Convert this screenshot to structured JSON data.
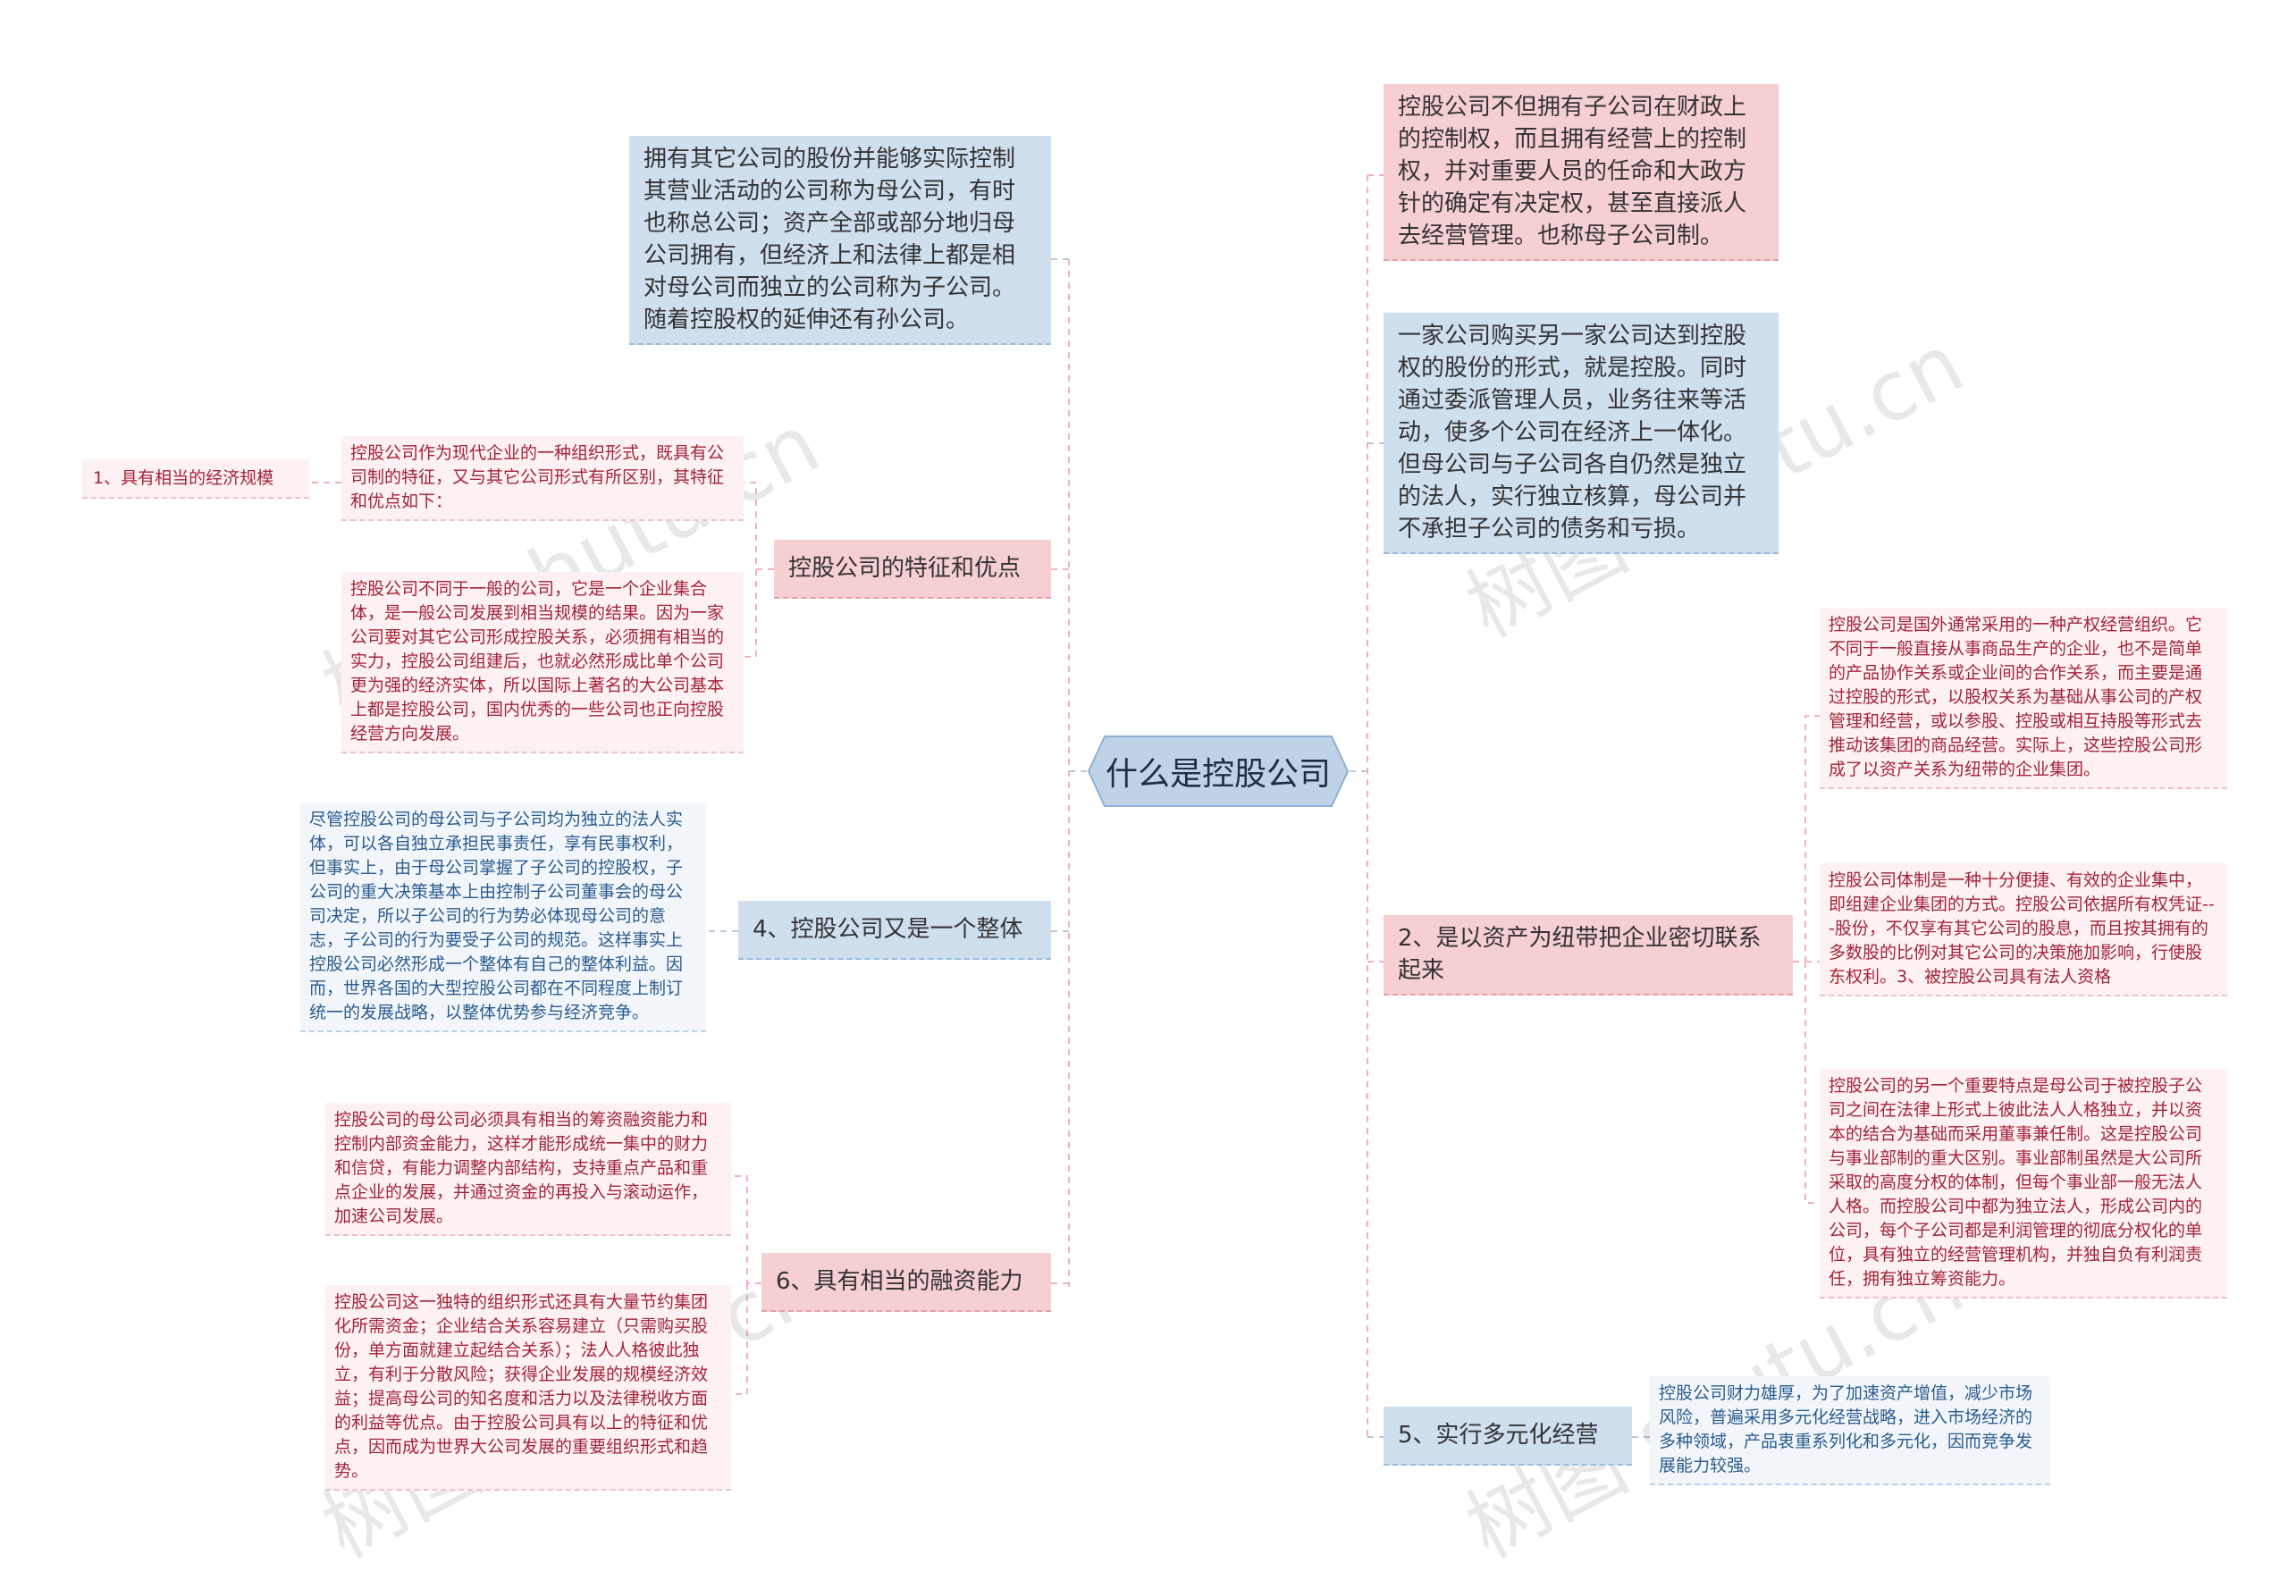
{
  "center": {
    "title": "什么是控股公司"
  },
  "left": {
    "definition": {
      "text": "拥有其它公司的股份并能够实际控制其营业活动的公司称为母公司，有时也称总公司；资产全部或部分地归母公司拥有，但经济上和法律上都是相对母公司而独立的公司称为子公司。随着控股权的延伸还有孙公司。"
    },
    "features": {
      "label": "控股公司的特征和优点",
      "intro": "控股公司作为现代企业的一种组织形式，既具有公司制的特征，又与其它公司形式有所区别，其特征和优点如下：",
      "scale_label": "1、具有相当的经济规模",
      "scale_text": "控股公司不同于一般的公司，它是一个企业集合体，是一般公司发展到相当规模的结果。因为一家公司要对其它公司形成控股关系，必须拥有相当的实力，控股公司组建后，也就必然形成比单个公司更为强的经济实体，所以国际上著名的大公司基本上都是控股公司，国内优秀的一些公司也正向控股经营方向发展。"
    },
    "whole": {
      "label": "4、控股公司又是一个整体",
      "text": "尽管控股公司的母公司与子公司均为独立的法人实体，可以各自独立承担民事责任，享有民事权利，但事实上，由于母公司掌握了子公司的控股权，子公司的重大决策基本上由控制子公司董事会的母公司决定，所以子公司的行为势必体现母公司的意志，子公司的行为要受子公司的规范。这样事实上控股公司必然形成一个整体有自己的整体利益。因而，世界各国的大型控股公司都在不同程度上制订统一的发展战略，以整体优势参与经济竞争。"
    },
    "financing": {
      "label": "6、具有相当的融资能力",
      "text1": "控股公司的母公司必须具有相当的筹资融资能力和控制内部资金能力，这样才能形成统一集中的财力和信贷，有能力调整内部结构，支持重点产品和重点企业的发展，并通过资金的再投入与滚动运作，加速公司发展。",
      "text2": "控股公司这一独特的组织形式还具有大量节约集团化所需资金；企业结合关系容易建立（只需购买股份，单方面就建立起结合关系）；法人人格彼此独立，有利于分散风险；获得企业发展的规模经济效益；提高母公司的知名度和活力以及法律税收方面的利益等优点。由于控股公司具有以上的特征和优点，因而成为世界大公司发展的重要组织形式和趋势。"
    }
  },
  "right": {
    "control": {
      "text": "控股公司不但拥有子公司在财政上的控制权，而且拥有经营上的控制权，并对重要人员的任命和大政方针的确定有决定权，甚至直接派人去经营管理。也称母子公司制。"
    },
    "purchase": {
      "text": "一家公司购买另一家公司达到控股权的股份的形式，就是控股。同时通过委派管理人员，业务往来等活动，使多个公司在经济上一体化。但母公司与子公司各自仍然是独立的法人，实行独立核算，母公司并不承担子公司的债务和亏损。"
    },
    "assets": {
      "label": "2、是以资产为纽带把企业密切联系起来",
      "text1": "控股公司是国外通常采用的一种产权经营组织。它不同于一般直接从事商品生产的企业，也不是简单的产品协作关系或企业间的合作关系，而主要是通过控股的形式，以股权关系为基础从事公司的产权管理和经营，或以参股、控股或相互持股等形式去推动该集团的商品经营。实际上，这些控股公司形成了以资产关系为纽带的企业集团。",
      "text2": "控股公司体制是一种十分便捷、有效的企业集中，即组建企业集团的方式。控股公司依据所有权凭证---股份，不仅享有其它公司的股息，而且按其拥有的多数股的比例对其它公司的决策施加影响，行使股东权利。3、被控股公司具有法人资格",
      "text3": "控股公司的另一个重要特点是母公司于被控股子公司之间在法律上形式上彼此法人人格独立，并以资本的结合为基础而采用董事兼任制。这是控股公司与事业部制的重大区别。事业部制虽然是大公司所采取的高度分权的体制，但每个事业部一般无法人人格。而控股公司中都为独立法人，形成公司内的公司，每个子公司都是利润管理的彻底分权化的单位，具有独立的经营管理机构，并独自负有利润责任，拥有独立筹资能力。"
    },
    "diversify": {
      "label": "5、实行多元化经营",
      "text": "控股公司财力雄厚，为了加速资产增值，减少市场风险，普遍采用多元化经营战略，进入市场经济的多种领域，产品衷重系列化和多元化，因而竞争发展能力较强。"
    }
  },
  "watermark": {
    "text": "树图 shutu.cn"
  }
}
